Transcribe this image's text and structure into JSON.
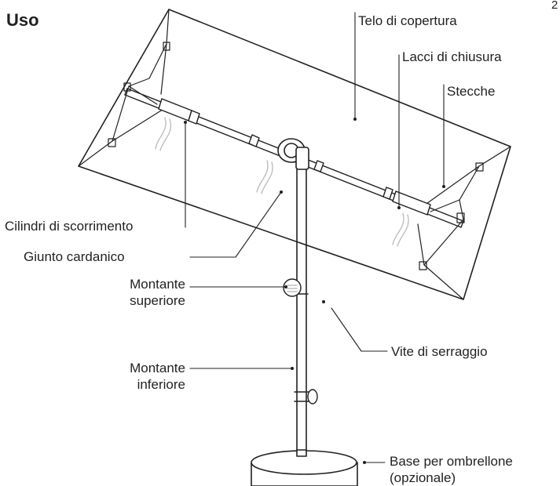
{
  "page": {
    "title": "Uso",
    "page_number": "2"
  },
  "labels": {
    "telo": "Telo di copertura",
    "lacci": "Lacci di chiusura",
    "stecche": "Stecche",
    "cilindri": "Cilindri di scorrimento",
    "giunto": "Giunto cardanico",
    "montante_sup_1": "Montante",
    "montante_sup_2": "superiore",
    "vite": "Vite di serraggio",
    "montante_inf_1": "Montante",
    "montante_inf_2": "inferiore",
    "base_1": "Base per ombrellone",
    "base_2": "(opzionale)"
  },
  "colors": {
    "ink": "#231f20",
    "shade": "#bcbec0",
    "background": "#ffffff"
  }
}
